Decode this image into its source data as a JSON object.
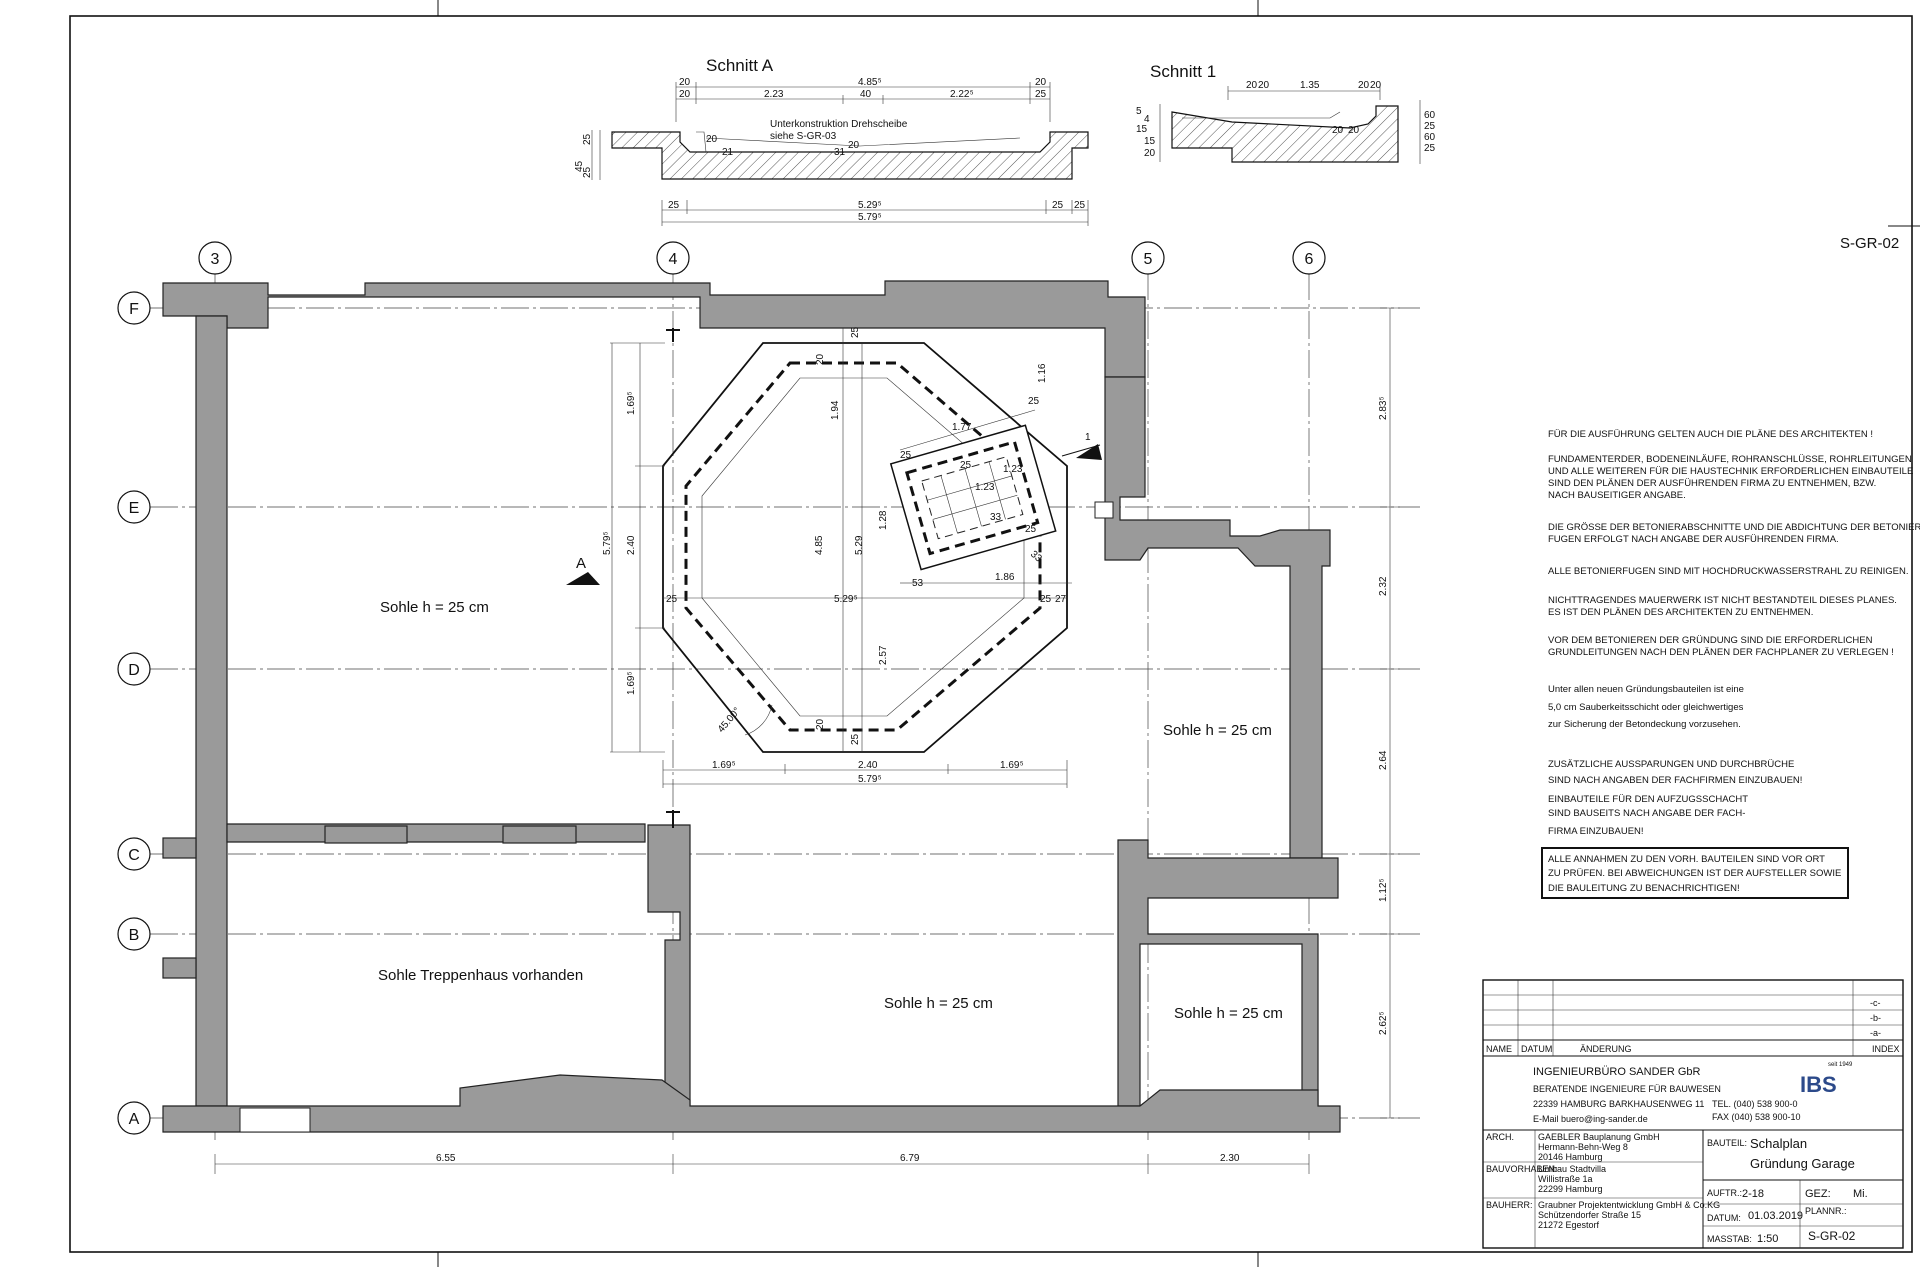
{
  "sections": {
    "schnitt_a": {
      "title": "Schnitt A",
      "top_dims": [
        "20",
        "4.85⁵",
        "20",
        "20",
        "2.23",
        "40",
        "2.22⁵",
        "25"
      ],
      "note_line1": "Unterkonstruktion Drehscheibe",
      "note_line2": "siehe S-GR-03",
      "inner_labels": [
        "20",
        "21",
        "31",
        "20"
      ],
      "side_dims": [
        "45",
        "25",
        "25"
      ],
      "bottom_dims": [
        "25",
        "5.29⁵",
        "25",
        "25",
        "5.79⁵"
      ]
    },
    "schnitt_1": {
      "title": "Schnitt 1",
      "top_dims": [
        "20",
        "20",
        "1.35",
        "20",
        "20"
      ],
      "side_left": [
        "5",
        "4",
        "15",
        "15",
        "20"
      ],
      "side_right": [
        "60",
        "25",
        "60",
        "25"
      ],
      "inner_labels": [
        "20",
        "20"
      ]
    }
  },
  "sheet_ref": "S-GR-02",
  "grid": {
    "columns": [
      "3",
      "4",
      "5",
      "6"
    ],
    "rows": [
      "F",
      "E",
      "D",
      "C",
      "B",
      "A"
    ]
  },
  "rooms": {
    "room_top_left": "Sohle h = 25 cm",
    "room_right": "Sohle h = 25 cm",
    "room_stair": "Sohle Treppenhaus vorhanden",
    "room_bottom_mid": "Sohle h = 25 cm",
    "room_bottom_right": "Sohle h = 25 cm"
  },
  "section_marker": "A",
  "section_marker_1": "1",
  "turntable_dims": {
    "vert_left": [
      "1.69⁵",
      "2.40",
      "1.69⁵"
    ],
    "vert_total": "5.79⁵",
    "center_vert": [
      "1.94",
      "4.85",
      "1.28",
      "5.29",
      "2.57"
    ],
    "inner": [
      "25",
      "25",
      "20",
      "20",
      "25",
      "25",
      "27"
    ],
    "width": "5.29⁵",
    "angle": "45.00°",
    "pit": [
      "1.16",
      "1.77",
      "25",
      "53",
      "1.86",
      "20",
      "25",
      "20",
      "33",
      "25",
      "25",
      "25",
      "1.23",
      "1.23"
    ],
    "bottom": [
      "1.69⁵",
      "2.40",
      "1.69⁵"
    ],
    "bottom_total": "5.79⁵"
  },
  "right_dims": [
    "2.83⁵",
    "2.32",
    "2.64",
    "1.12⁵",
    "2.62⁵"
  ],
  "bottom_dims": [
    "6.55",
    "6.79",
    "2.30"
  ],
  "notes": {
    "p1": [
      "FÜR DIE AUSFÜHRUNG GELTEN AUCH DIE PLÄNE DES ARCHITEKTEN !"
    ],
    "p2": [
      "FUNDAMENTERDER, BODENEINLÄUFE, ROHRANSCHLÜSSE, ROHRLEITUNGEN",
      "UND ALLE WEITEREN FÜR DIE HAUSTECHNIK ERFORDERLICHEN EINBAUTEILE",
      "SIND DEN PLÄNEN DER AUSFÜHRENDEN FIRMA ZU ENTNEHMEN, BZW.",
      "NACH BAUSEITIGER ANGABE."
    ],
    "p3": [
      "DIE GRÖSSE DER BETONIERABSCHNITTE UND DIE ABDICHTUNG DER BETONIER-",
      "FUGEN ERFOLGT NACH ANGABE DER AUSFÜHRENDEN FIRMA."
    ],
    "p4": [
      "ALLE BETONIERFUGEN SIND MIT HOCHDRUCKWASSERSTRAHL ZU REINIGEN."
    ],
    "p5": [
      "NICHTTRAGENDES MAUERWERK IST NICHT BESTANDTEIL DIESES PLANES.",
      "ES IST DEN PLÄNEN DES ARCHITEKTEN ZU ENTNEHMEN."
    ],
    "p6": [
      "VOR DEM BETONIEREN DER GRÜNDUNG SIND DIE ERFORDERLICHEN",
      "GRUNDLEITUNGEN NACH DEN PLÄNEN DER FACHPLANER ZU VERLEGEN !"
    ],
    "p7": [
      "Unter allen neuen Gründungsbauteilen ist eine",
      "5,0 cm Sauberkeitsschicht oder gleichwertiges",
      "zur Sicherung der Betondeckung vorzusehen."
    ],
    "p8": [
      "ZUSÄTZLICHE AUSSPARUNGEN UND DURCHBRÜCHE",
      "SIND NACH ANGABEN DER FACHFIRMEN EINZUBAUEN!",
      "EINBAUTEILE FÜR DEN AUFZUGSSCHACHT",
      "SIND BAUSEITS NACH ANGABE DER FACH-",
      "FIRMA EINZUBAUEN!"
    ],
    "box": [
      "ALLE ANNAHMEN ZU DEN VORH. BAUTEILEN SIND VOR ORT",
      "ZU PRÜFEN. BEI ABWEICHUNGEN IST DER AUFSTELLER SOWIE",
      "DIE BAULEITUNG ZU BENACHRICHTIGEN!"
    ]
  },
  "title_block": {
    "rev_marks": [
      "-c-",
      "-b-",
      "-a-"
    ],
    "col_name": "NAME",
    "col_datum": "DATUM",
    "col_aenderung": "ÄNDERUNG",
    "col_index": "INDEX",
    "firm": "INGENIEURBÜRO SANDER GbR",
    "firm_sub": "BERATENDE INGENIEURE FÜR BAUWESEN",
    "firm_addr": "22339 HAMBURG BARKHAUSENWEG 11",
    "firm_mail": "E-Mail buero@ing-sander.de",
    "tel": "TEL. (040) 538 900-0",
    "fax": "FAX (040) 538 900-10",
    "logo": "IBS",
    "logo_since": "seit 1949",
    "arch_label": "ARCH.",
    "arch": [
      "GAEBLER Bauplanung GmbH",
      "Hermann-Behn-Weg 8",
      "20146 Hamburg"
    ],
    "bauvorhaben_label": "BAUVORHABEN:",
    "bauvorhaben": [
      "Umbau Stadtvilla",
      "Willistraße 1a",
      "22299 Hamburg"
    ],
    "bauherr_label": "BAUHERR:",
    "bauherr": [
      "Graubner Projektentwicklung GmbH & Co.KG",
      "Schützendorfer Straße 15",
      "21272 Egestorf"
    ],
    "bauteil_label": "BAUTEIL:",
    "bauteil": [
      "Schalplan",
      "Gründung Garage"
    ],
    "auftr_label": "AUFTR.:",
    "auftr": "2-18",
    "gez_label": "GEZ:",
    "gez": "Mi.",
    "datum_label": "DATUM:",
    "datum": "01.03.2019",
    "plannr_label": "PLANNR.:",
    "plannr": "S-GR-02",
    "masstab_label": "MASSTAB:",
    "masstab": "1:50"
  }
}
